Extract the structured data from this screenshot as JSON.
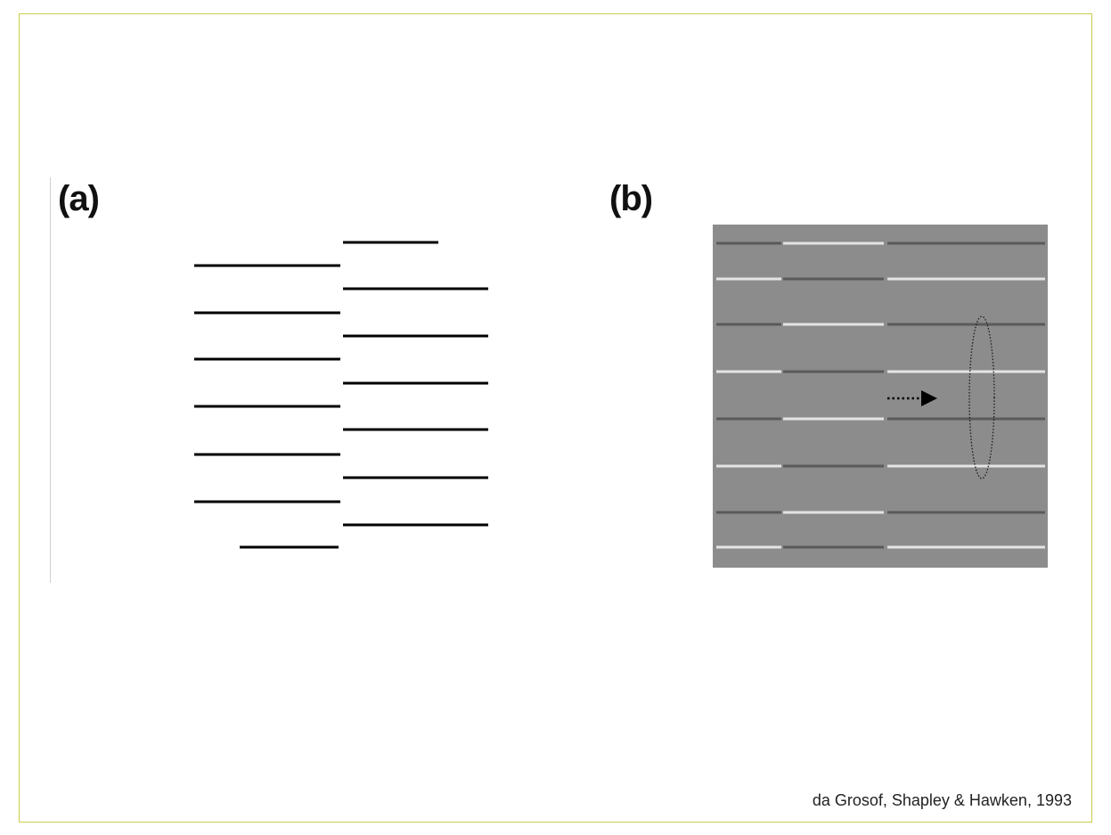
{
  "panels": {
    "a": {
      "label": "(a)"
    },
    "b": {
      "label": "(b)"
    }
  },
  "citation": "da Grosof, Shapley & Hawken, 1993",
  "colors": {
    "frame": "#c9cc4a",
    "line_black": "#000000",
    "panel_b_background": "#8c8c8c",
    "line_dark": "#5a5a5a",
    "line_light": "#e4e4e4"
  }
}
